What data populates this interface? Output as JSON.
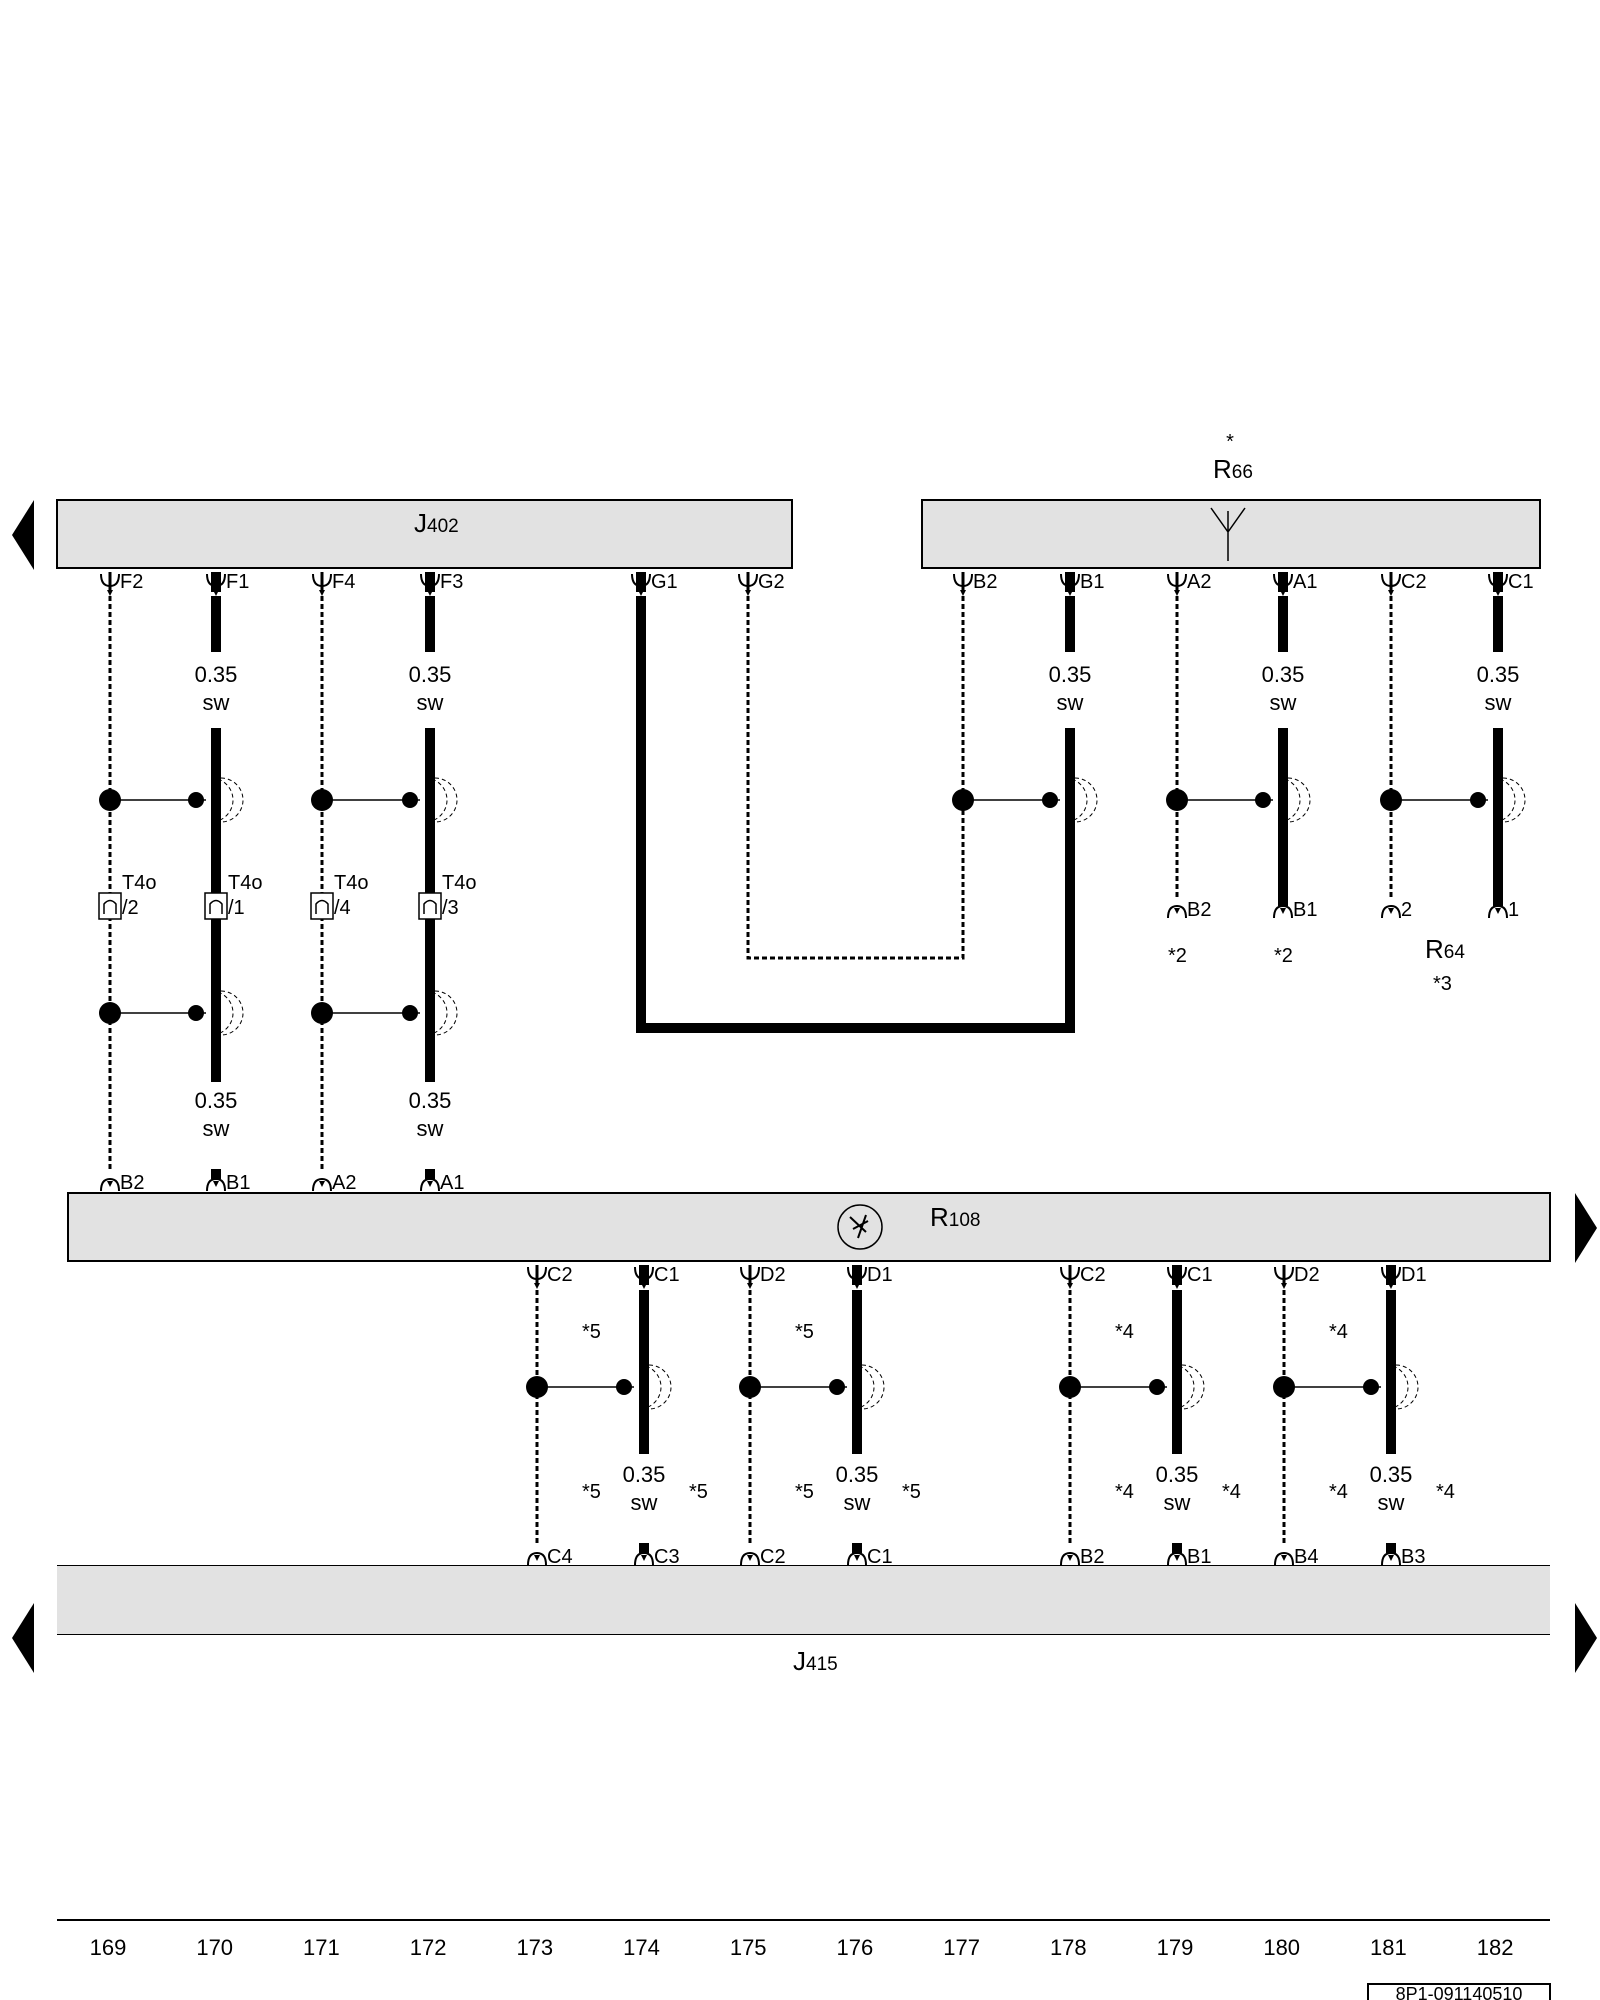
{
  "components": {
    "j402": {
      "prefix": "J",
      "num": "402"
    },
    "r66": {
      "prefix": "R",
      "num": "66",
      "star": "*"
    },
    "r108": {
      "prefix": "R",
      "num": "108"
    },
    "j415": {
      "prefix": "J",
      "num": "415"
    },
    "r64": {
      "prefix": "R",
      "num": "64",
      "note": "*3"
    }
  },
  "j402_pins": [
    "F2",
    "F1",
    "F4",
    "F3",
    "G1",
    "G2"
  ],
  "r66_pins": [
    "B2",
    "B1",
    "A2",
    "A1",
    "C2",
    "C1"
  ],
  "r64_pins": [
    "B2",
    "B1",
    "2",
    "1"
  ],
  "r64_notes": [
    "*2",
    "*2"
  ],
  "connector": {
    "name": "T4o",
    "pins": [
      "/2",
      "/1",
      "/4",
      "/3"
    ]
  },
  "r108_top_pins": [
    "B2",
    "B1",
    "A2",
    "A1"
  ],
  "r108_bottom_pins": [
    "C2",
    "C1",
    "D2",
    "D1",
    "C2",
    "C1",
    "D2",
    "D1"
  ],
  "j415_pins": [
    "C4",
    "C3",
    "C2",
    "C1",
    "B2",
    "B1",
    "B4",
    "B3"
  ],
  "wire": {
    "size": "0.35",
    "color": "sw"
  },
  "bottom_notes": [
    "*5",
    "*5",
    "*4",
    "*4"
  ],
  "columns": [
    "169",
    "170",
    "171",
    "172",
    "173",
    "174",
    "175",
    "176",
    "177",
    "178",
    "179",
    "180",
    "181",
    "182"
  ],
  "doc_id": "8P1-091140510"
}
